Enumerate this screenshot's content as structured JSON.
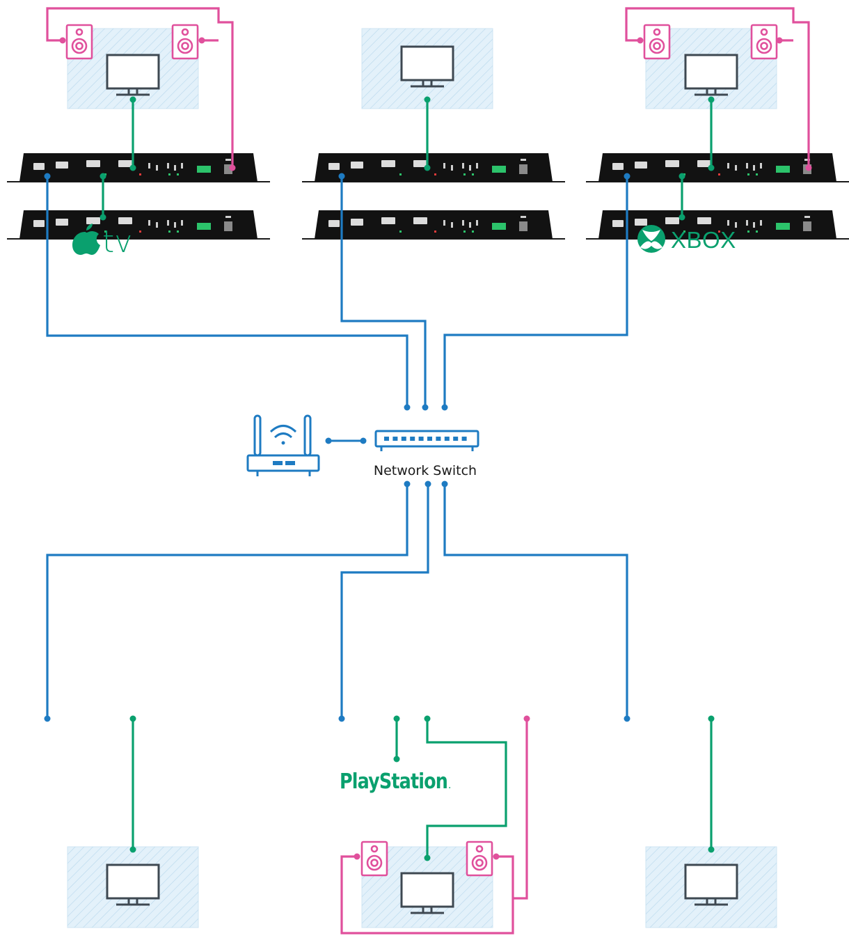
{
  "colors": {
    "network": "#1e7bc2",
    "video": "#0aa06e",
    "audio": "#e0509c",
    "screen_fill": "#e3f1fa",
    "screen_hatch": "#b9d8ec",
    "device_body": "#121212",
    "monitor_stroke": "#3e4851"
  },
  "switch": {
    "label": "Network Switch",
    "icon": "network-switch-icon"
  },
  "router": {
    "icon": "wifi-router-icon"
  },
  "sources": {
    "appletv": {
      "text": "tv",
      "icon": "apple-logo-icon"
    },
    "xbox": {
      "text": "XBOX",
      "icon": "xbox-logo-icon"
    },
    "playstation": {
      "text": "PlayStation",
      "mark": "."
    }
  },
  "icons": {
    "speaker": "speaker-icon",
    "monitor": "monitor-icon",
    "encoder": "av-over-ip-unit-icon"
  }
}
